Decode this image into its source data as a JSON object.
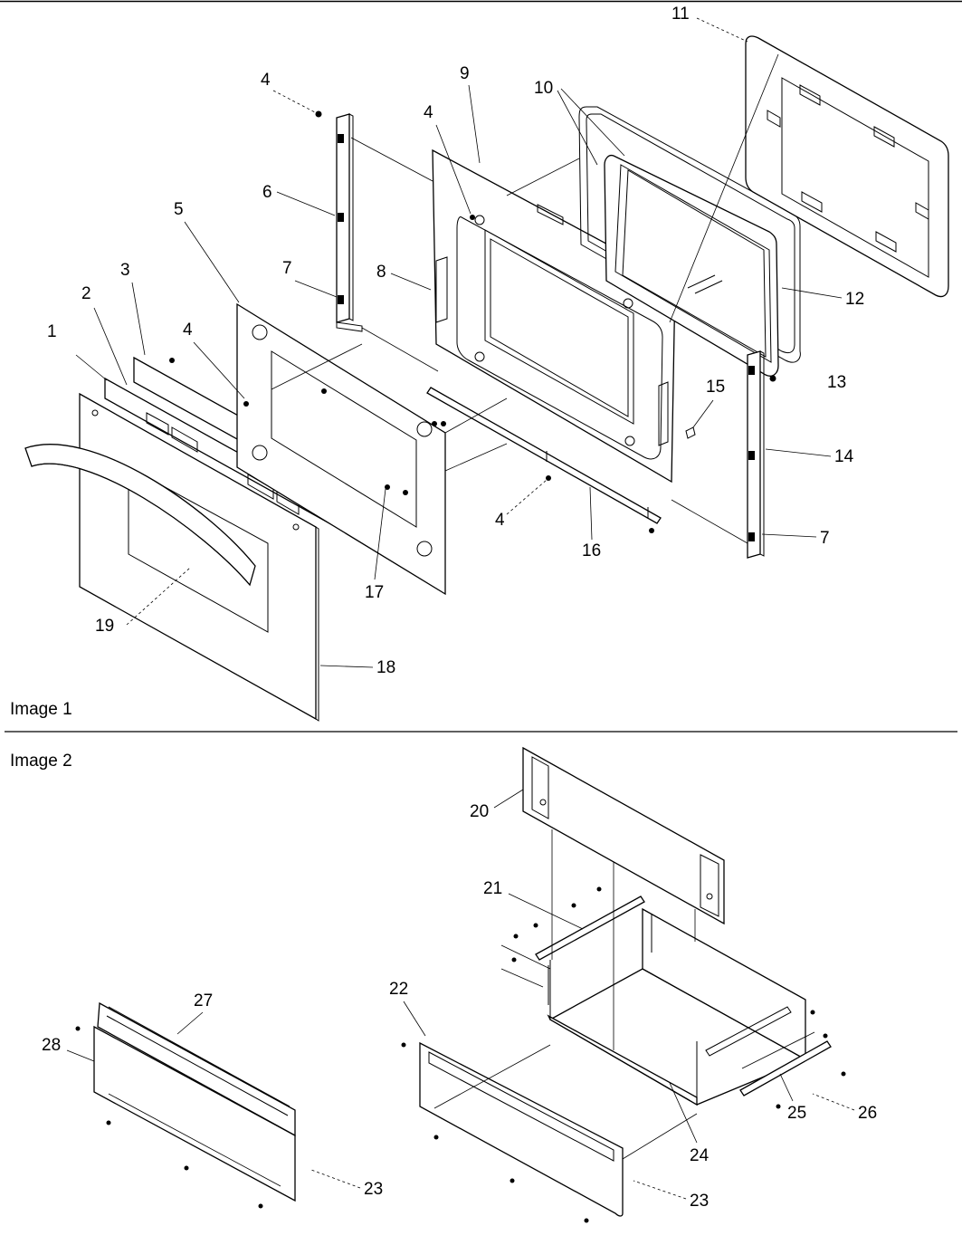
{
  "image_labels": [
    "Image 1",
    "Image 2"
  ],
  "callouts": [
    "1",
    "2",
    "3",
    "4",
    "4",
    "4",
    "4",
    "5",
    "6",
    "7",
    "7",
    "8",
    "9",
    "10",
    "11",
    "12",
    "13",
    "14",
    "15",
    "16",
    "17",
    "18",
    "19",
    "20",
    "21",
    "22",
    "23",
    "23",
    "24",
    "25",
    "26",
    "27",
    "28"
  ]
}
